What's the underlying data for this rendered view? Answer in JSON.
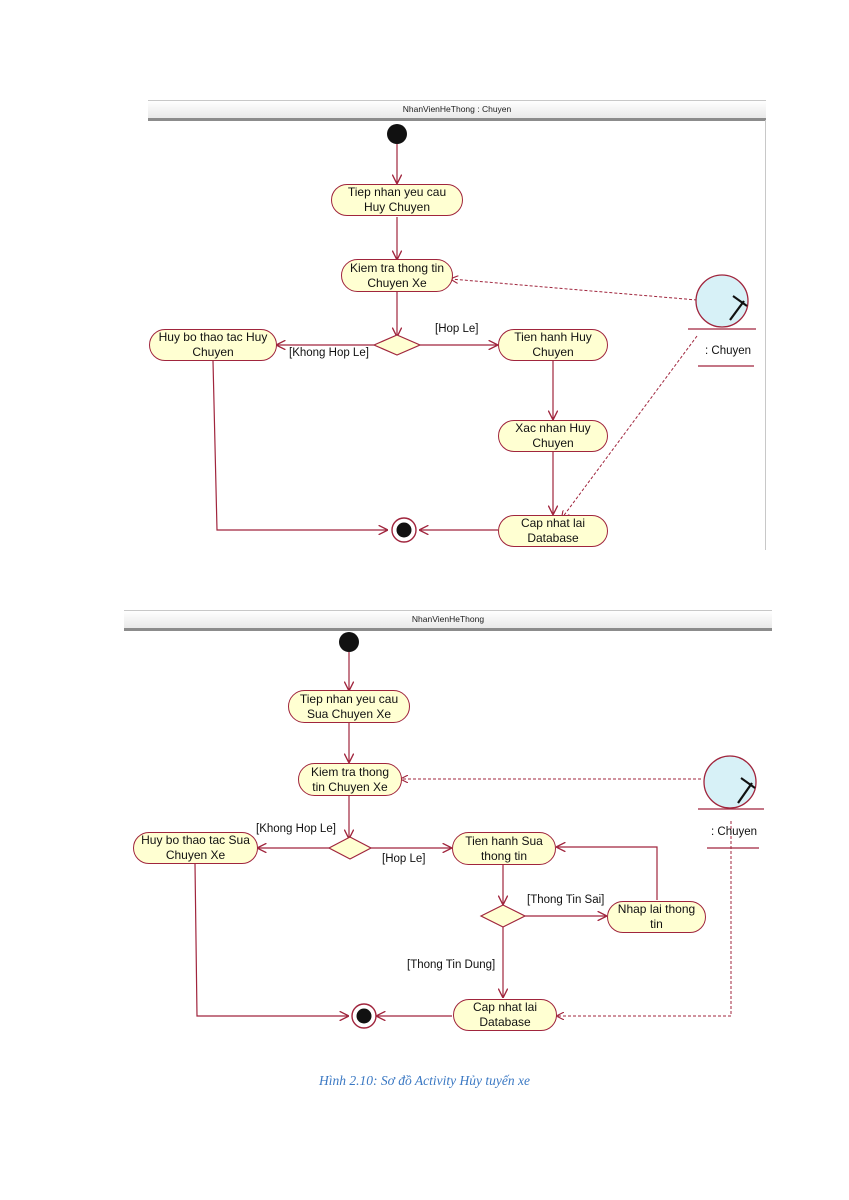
{
  "diagram1": {
    "swimlane": "NhanVienHeThong : Chuyen",
    "activities": {
      "receive": "Tiep nhan yeu cau Huy Chuyen",
      "check": "Kiem tra thong tin Chuyen Xe",
      "cancel": "Huy bo thao tac Huy Chuyen",
      "proceed": "Tien hanh Huy Chuyen",
      "confirm": "Xac nhan Huy Chuyen",
      "update": "Cap nhat lai Database"
    },
    "guards": {
      "valid": "[Hop Le]",
      "invalid": "[Khong Hop Le]"
    },
    "object": ": Chuyen"
  },
  "diagram2": {
    "swimlane": "NhanVienHeThong",
    "activities": {
      "receive": "Tiep nhan yeu cau Sua Chuyen Xe",
      "check": "Kiem tra thong tin Chuyen Xe",
      "cancel": "Huy bo thao tac Sua Chuyen Xe",
      "edit": "Tien hanh Sua thong tin",
      "reenter": "Nhap lai thong tin",
      "update": "Cap nhat lai Database"
    },
    "guards": {
      "invalid": "[Khong Hop Le]",
      "valid": "[Hop Le]",
      "wrong": "[Thong Tin Sai]",
      "correct": "[Thong Tin Dung]"
    },
    "object": ": Chuyen"
  },
  "caption": "Hình 2.10: Sơ đồ Activity Hủy tuyến xe",
  "colors": {
    "activity_fill": "#ffffd2",
    "line": "#a0253d",
    "object_fill": "#d7f1f7",
    "caption": "#3a78c3"
  }
}
